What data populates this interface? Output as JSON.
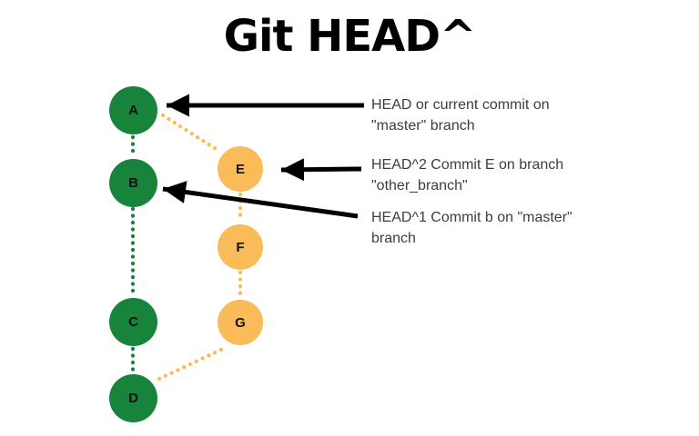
{
  "title": "Git HEAD^",
  "colors": {
    "master_branch_green": "#18843b",
    "other_branch_orange": "#f9bc59",
    "arrow_black": "#000000",
    "annotation_text": "#3d3d3d",
    "background": "#ffffff"
  },
  "commits": [
    {
      "id": "A",
      "branch": "master"
    },
    {
      "id": "B",
      "branch": "master"
    },
    {
      "id": "C",
      "branch": "master"
    },
    {
      "id": "D",
      "branch": "master"
    },
    {
      "id": "E",
      "branch": "other_branch"
    },
    {
      "id": "F",
      "branch": "other_branch"
    },
    {
      "id": "G",
      "branch": "other_branch"
    }
  ],
  "annotations": [
    {
      "text": "HEAD or current commit on \"master\" branch",
      "points_to": "A"
    },
    {
      "text": "HEAD^2 Commit E on branch \"other_branch\"",
      "points_to": "E"
    },
    {
      "text": "HEAD^1 Commit b on \"master\" branch",
      "points_to": "B"
    }
  ]
}
